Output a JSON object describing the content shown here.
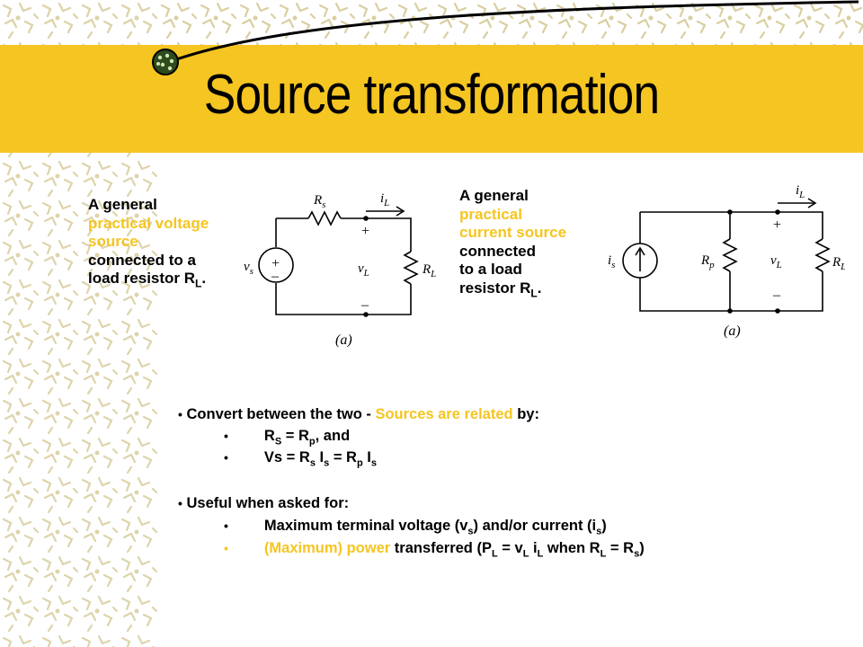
{
  "slide": {
    "title": "Source transformation",
    "left_desc": {
      "line1": "A general",
      "line2": "practical voltage",
      "line3": "source",
      "line4": "connected to a",
      "line5": "load resistor R",
      "line5_sub": "L",
      "line5_end": "."
    },
    "right_desc": {
      "line1": "A general",
      "line2": "practical",
      "line3": "current source",
      "line4": "connected",
      "line5": "to a load",
      "line6": "resistor R",
      "line6_sub": "L",
      "line6_end": "."
    },
    "circuit1": {
      "rs": "R",
      "rs_sub": "s",
      "il": "i",
      "il_sub": "L",
      "vs": "v",
      "vs_sub": "s",
      "plus": "+",
      "minus": "–",
      "vl": "v",
      "vl_sub": "L",
      "rl": "R",
      "rl_sub": "L",
      "caption": "(a)"
    },
    "circuit2": {
      "il": "i",
      "il_sub": "L",
      "is": "i",
      "is_sub": "s",
      "rp": "R",
      "rp_sub": "p",
      "plus": "+",
      "minus": "–",
      "vl": "v",
      "vl_sub": "L",
      "rl": "R",
      "rl_sub": "L",
      "caption": "(a)"
    },
    "bullets": {
      "b1_pre": "Convert between the two - ",
      "b1_yel": "Sources are related",
      "b1_post": " by:",
      "b1a": {
        "a": "R",
        "a_sub": "S",
        "b": " = R",
        "b_sub": "p",
        "c": ", and"
      },
      "b1b": {
        "a": "Vs = R",
        "a_sub": "s",
        "b": " I",
        "b_sub": "s",
        "c": " =  R",
        "c_sub": "p",
        "d": " I",
        "d_sub": "s"
      },
      "b2": "Useful when asked for:",
      "b2a": {
        "a": "Maximum terminal voltage (v",
        "a_sub": "s",
        "b": ") and/or current (i",
        "b_sub": "s",
        "c": ")"
      },
      "b2b": {
        "yel": "(Maximum) power",
        "a": " transferred (P",
        "a_sub": "L",
        "b": " = v",
        "b_sub": "L",
        "c": " i",
        "c_sub": "L",
        "d": " when R",
        "d_sub": "L",
        "e": " = R",
        "e_sub": "s",
        "f": ")"
      }
    }
  },
  "colors": {
    "accent": "#f5c521",
    "pattern": "#d9cfa0"
  }
}
